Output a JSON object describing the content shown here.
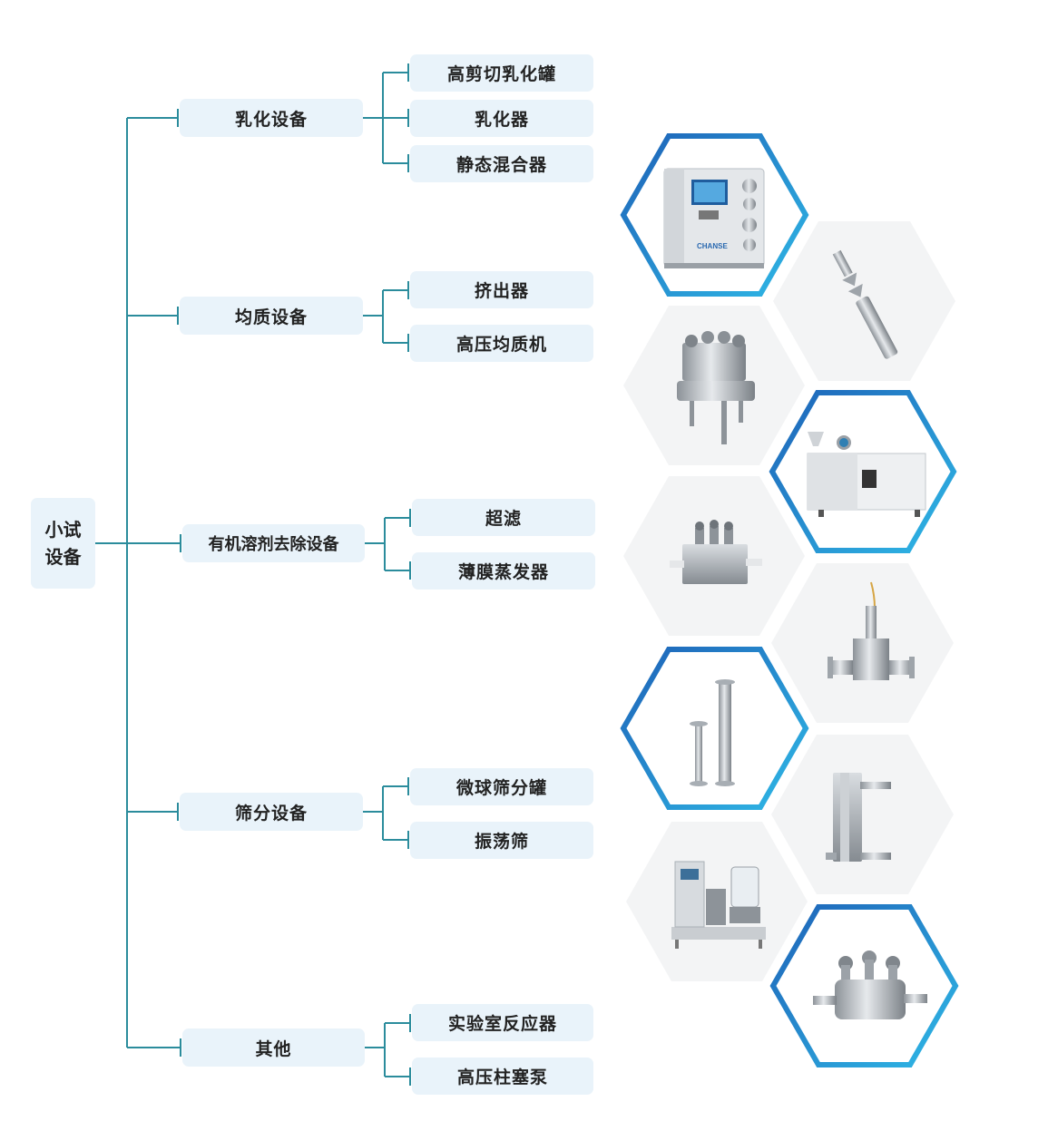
{
  "diagram": {
    "root": {
      "line1": "小试",
      "line2": "设备"
    },
    "categories": [
      {
        "label": "乳化设备",
        "items": [
          "高剪切乳化罐",
          "乳化器",
          "静态混合器"
        ]
      },
      {
        "label": "均质设备",
        "items": [
          "挤出器",
          "高压均质机"
        ]
      },
      {
        "label": "有机溶剂去除设备",
        "items": [
          "超滤",
          "薄膜蒸发器"
        ]
      },
      {
        "label": "筛分设备",
        "items": [
          "微球筛分罐",
          "振荡筛"
        ]
      },
      {
        "label": "其他",
        "items": [
          "实验室反应器",
          "高压柱塞泵"
        ]
      }
    ],
    "product_brand_text": "CHANSE",
    "colors": {
      "connector": "#2b8c9c",
      "box_fill": "#e9f3fa",
      "hex_border_start": "#1e63b8",
      "hex_border_end": "#2fb8e6",
      "hex_plain": "#f3f4f5"
    }
  }
}
